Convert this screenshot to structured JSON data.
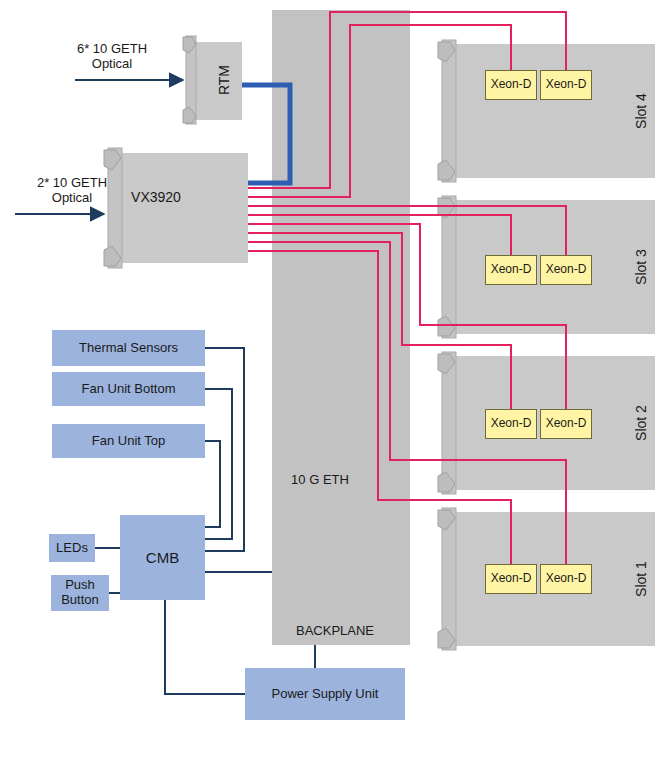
{
  "diagram": {
    "nodes": [
      {
        "text": [
          "RTM"
        ]
      },
      {
        "text": [
          "VX3920"
        ]
      },
      {
        "text": [
          "10 G ETH",
          "BACKPLANE"
        ]
      },
      {
        "text": [
          "Slot 4"
        ]
      },
      {
        "text": [
          "Xeon-D"
        ],
        "in": 3
      },
      {
        "text": [
          "Xeon-D"
        ],
        "in": 3
      },
      {
        "text": [
          "Slot 3"
        ]
      },
      {
        "text": [
          "Xeon-D"
        ],
        "in": 6
      },
      {
        "text": [
          "Xeon-D"
        ],
        "in": 6
      },
      {
        "text": [
          "Slot 2"
        ]
      },
      {
        "text": [
          "Xeon-D"
        ],
        "in": 9
      },
      {
        "text": [
          "Xeon-D"
        ],
        "in": 9
      },
      {
        "text": [
          "Slot 1"
        ]
      },
      {
        "text": [
          "Xeon-D"
        ],
        "in": 12
      },
      {
        "text": [
          "Xeon-D"
        ],
        "in": 12
      },
      {
        "text": [
          "Thermal Sensors"
        ]
      },
      {
        "text": [
          "Fan Unit Bottom"
        ]
      },
      {
        "text": [
          "Fan Unit Top"
        ]
      },
      {
        "text": [
          "LEDs"
        ]
      },
      {
        "text": [
          "CMB"
        ]
      },
      {
        "text": [
          "Push Button"
        ]
      },
      {
        "text": [
          "Power Supply Unit"
        ]
      }
    ],
    "edges": [
      {
        "from": 0,
        "to": 1,
        "arrow": "none"
      },
      {
        "from": 1,
        "to": 5,
        "arrow": "none"
      },
      {
        "from": 1,
        "to": 4,
        "arrow": "none"
      },
      {
        "from": 1,
        "to": 8,
        "arrow": "none"
      },
      {
        "from": 1,
        "to": 7,
        "arrow": "none"
      },
      {
        "from": 1,
        "to": 11,
        "arrow": "none"
      },
      {
        "from": 1,
        "to": 10,
        "arrow": "none"
      },
      {
        "from": 1,
        "to": 14,
        "arrow": "none"
      },
      {
        "from": 1,
        "to": 13,
        "arrow": "none"
      },
      {
        "from": 15,
        "to": 19,
        "arrow": "none"
      },
      {
        "from": 16,
        "to": 19,
        "arrow": "none"
      },
      {
        "from": 17,
        "to": 19,
        "arrow": "none"
      },
      {
        "from": 18,
        "to": 19,
        "arrow": "none"
      },
      {
        "from": 20,
        "to": 19,
        "arrow": "none"
      },
      {
        "from": 19,
        "to": 2,
        "arrow": "none"
      },
      {
        "from": 19,
        "to": 21,
        "arrow": "none"
      },
      {
        "from": 2,
        "to": 21,
        "arrow": "none"
      }
    ],
    "labels": [
      "6* 10 GETH Optical",
      "2* 10 GETH Optical"
    ]
  }
}
